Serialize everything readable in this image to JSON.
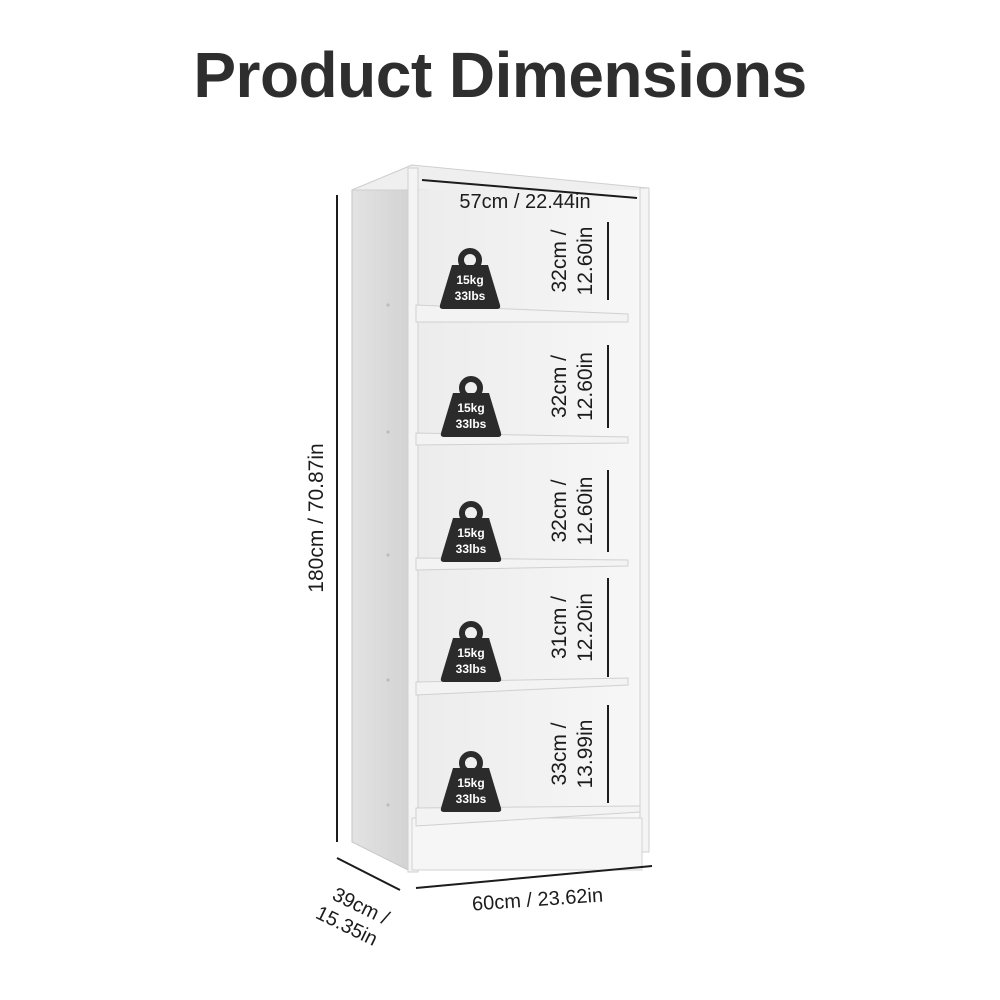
{
  "title": "Product Dimensions",
  "dimensions": {
    "top_width": "57cm / 22.44in",
    "total_height": "180cm / 70.87in",
    "bottom_width": "60cm / 23.62in",
    "depth_line1": "39cm /",
    "depth_line2": "15.35in"
  },
  "shelves": [
    {
      "height_line1": "32cm /",
      "height_line2": "12.60in",
      "load_kg": "15kg",
      "load_lbs": "33lbs"
    },
    {
      "height_line1": "32cm /",
      "height_line2": "12.60in",
      "load_kg": "15kg",
      "load_lbs": "33lbs"
    },
    {
      "height_line1": "32cm /",
      "height_line2": "12.60in",
      "load_kg": "15kg",
      "load_lbs": "33lbs"
    },
    {
      "height_line1": "31cm /",
      "height_line2": "12.20in",
      "load_kg": "15kg",
      "load_lbs": "33lbs"
    },
    {
      "height_line1": "33cm /",
      "height_line2": "13.99in",
      "load_kg": "15kg",
      "load_lbs": "33lbs"
    }
  ],
  "colors": {
    "text": "#2e2e2e",
    "weight_icon": "#2b2b2b",
    "shelf_white": "#f2f2f2"
  }
}
